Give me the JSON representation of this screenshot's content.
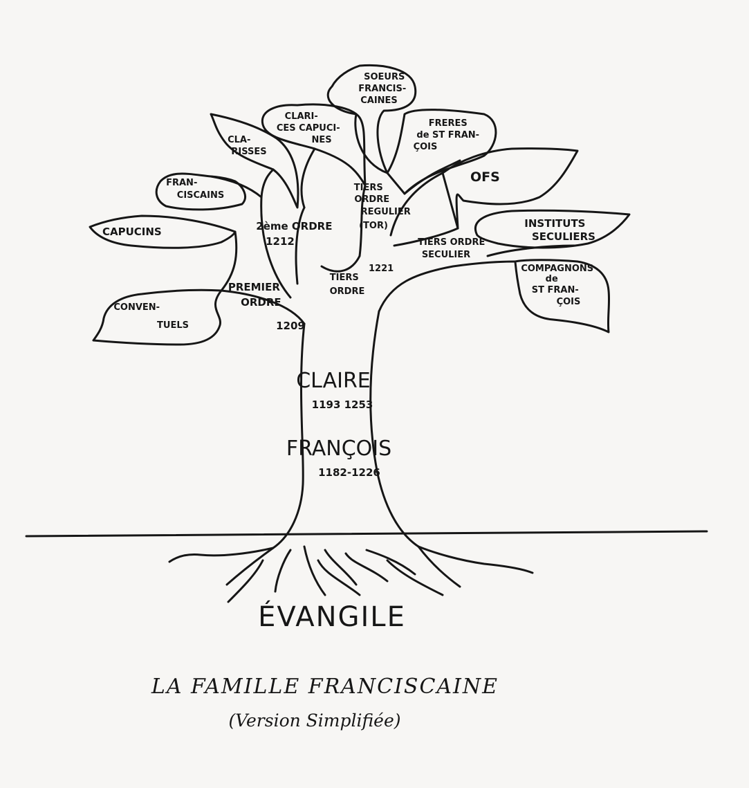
{
  "diagram": {
    "leaves": {
      "soeurs": [
        "SOEURS",
        "FRANCIS-",
        "CAINES"
      ],
      "clarisses_capucines": [
        "CLARI-",
        "CES CAPUCI-",
        "NES"
      ],
      "freres": [
        "FRERES",
        "de ST FRAN-",
        "ÇOIS"
      ],
      "clarisses": [
        "CLA-",
        "RISSES"
      ],
      "franciscains": [
        "FRAN-",
        "CISCAINS"
      ],
      "ofs": "OFS",
      "capucins": "CAPUCINS",
      "instituts": [
        "INSTITUTS",
        "SECULIERS"
      ],
      "compagnons": [
        "COMPAGNONS",
        "de",
        "ST FRAN-",
        "ÇOIS"
      ],
      "conventuels": [
        "CONVEN-",
        "TUELS"
      ]
    },
    "branches": {
      "tiers_regulier": [
        "TIERS",
        "ORDRE",
        "REGULIER",
        "(TOR)"
      ],
      "second_ordre": [
        "2ème ORDRE",
        "1212"
      ],
      "tiers_seculier": [
        "TIERS ORDRE",
        "SECULIER"
      ],
      "tiers_ordre": [
        "TIERS",
        "ORDRE"
      ],
      "tiers_ordre_year": "1221",
      "premier_ordre": [
        "PREMIER",
        "ORDRE",
        "1209"
      ]
    },
    "trunk": {
      "claire": "CLAIRE",
      "claire_dates": "1193 1253",
      "francois": "FRANÇOIS",
      "francois_dates": "1182-1226"
    },
    "roots": {
      "evangile": "ÉVANGILE"
    },
    "caption": {
      "title": "LA FAMILLE FRANCISCAINE",
      "subtitle": "(Version Simplifiée)"
    }
  }
}
